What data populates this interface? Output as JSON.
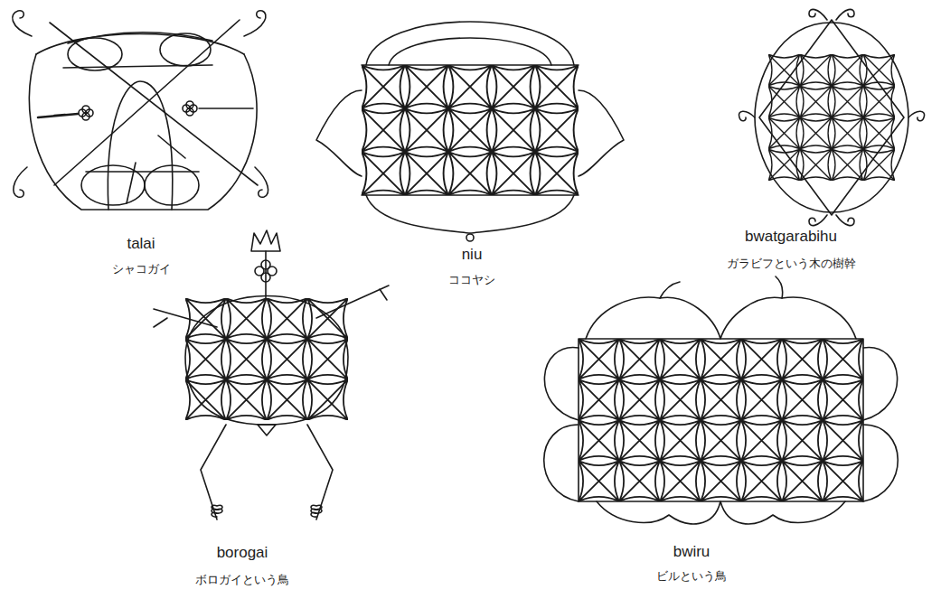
{
  "diagram": {
    "labels": [
      "talai",
      "シャコガイ",
      "niu",
      "ココヤシ",
      "bwatgarabihu",
      "ガラビフという木の樹幹",
      "borogai",
      "ボロガイという鳥",
      "bwiru",
      "ビルという鳥"
    ]
  }
}
